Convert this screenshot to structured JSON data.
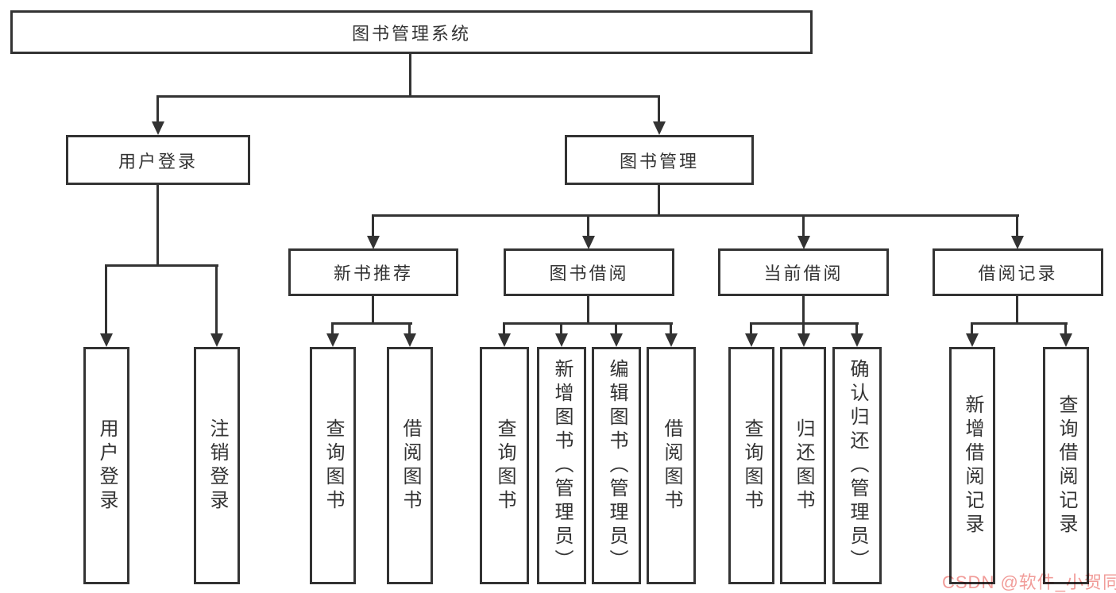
{
  "tree": {
    "root": {
      "label": "图书管理系统"
    },
    "branches": [
      {
        "label": "用户登录",
        "children": [
          {
            "label": "用户登录"
          },
          {
            "label": "注销登录"
          }
        ]
      },
      {
        "label": "图书管理",
        "children": [
          {
            "label": "新书推荐",
            "children": [
              {
                "label": "查询图书"
              },
              {
                "label": "借阅图书"
              }
            ]
          },
          {
            "label": "图书借阅",
            "children": [
              {
                "label": "查询图书"
              },
              {
                "label": "新增图书（管理员）"
              },
              {
                "label": "编辑图书（管理员）"
              },
              {
                "label": "借阅图书"
              }
            ]
          },
          {
            "label": "当前借阅",
            "children": [
              {
                "label": "查询图书"
              },
              {
                "label": "归还图书"
              },
              {
                "label": "确认归还（管理员）"
              }
            ]
          },
          {
            "label": "借阅记录",
            "children": [
              {
                "label": "新增借阅记录"
              },
              {
                "label": "查询借阅记录"
              }
            ]
          }
        ]
      }
    ]
  },
  "watermark": {
    "text": "CSDN @软件_小贺同学"
  },
  "colors": {
    "line": "#333333",
    "text": "#333333",
    "bg": "#ffffff",
    "watermark": "#f19c99"
  }
}
